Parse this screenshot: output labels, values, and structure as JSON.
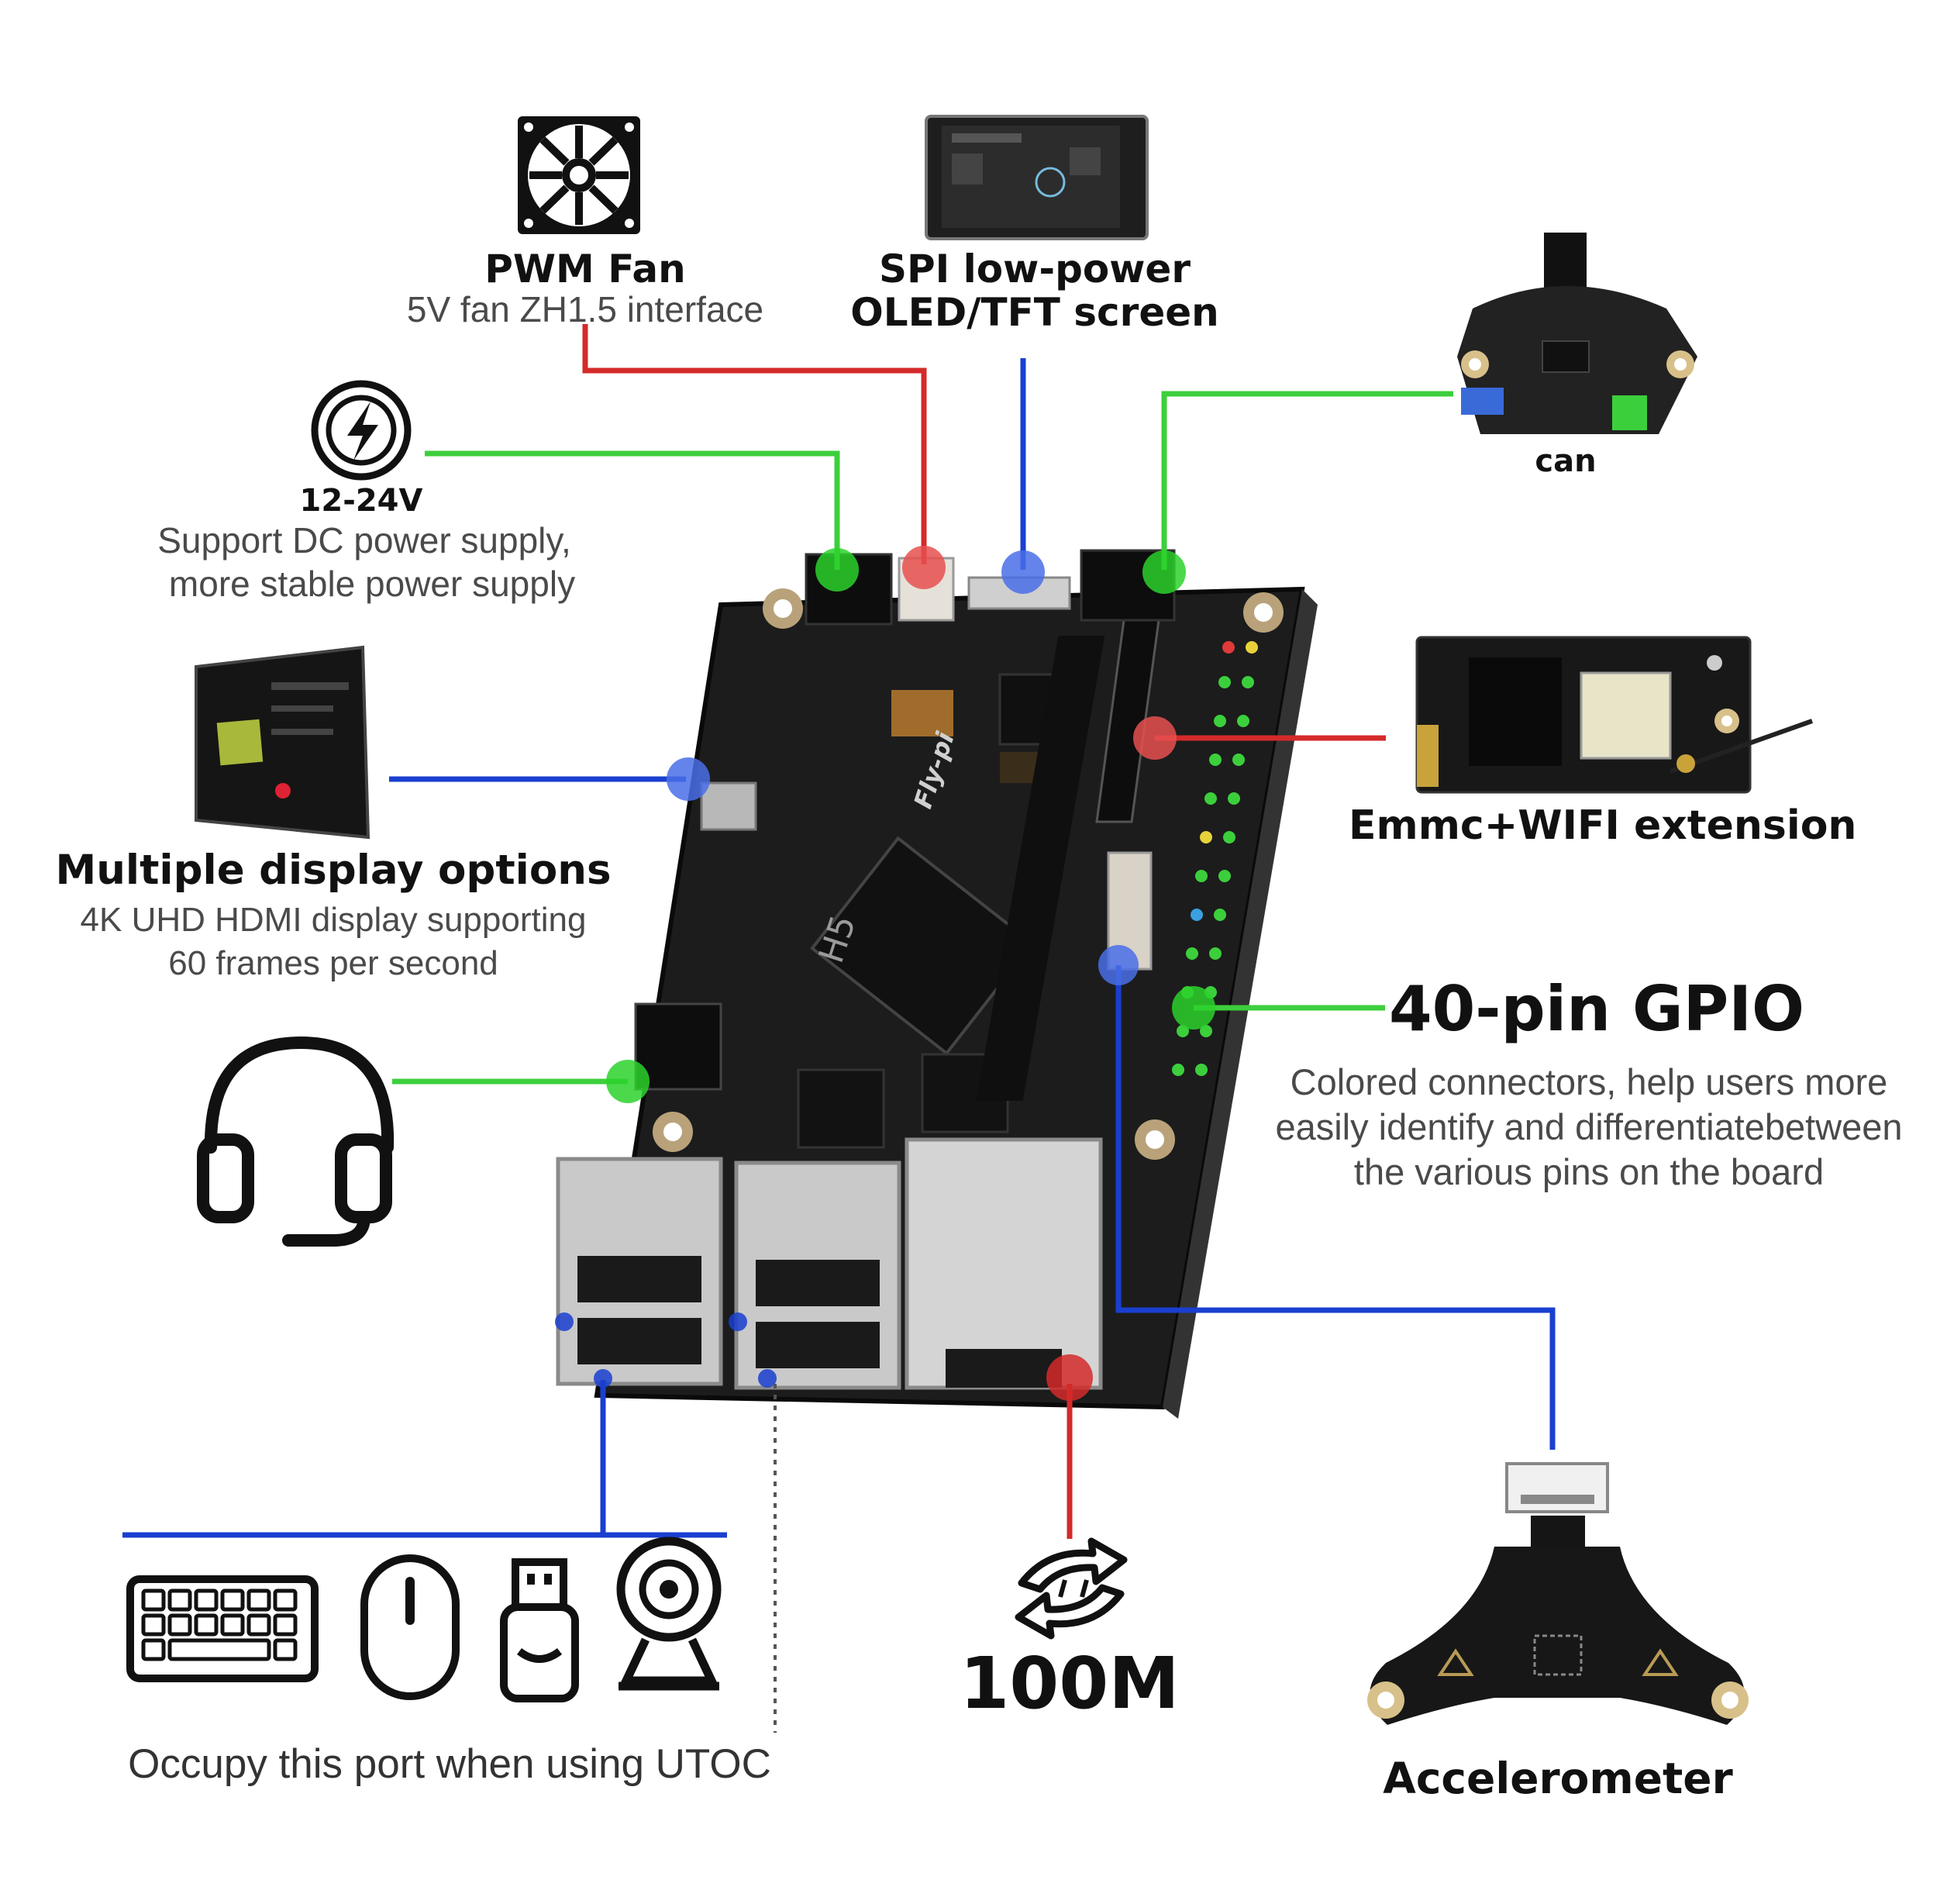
{
  "brand_marking": "Fly-pi",
  "chip_marking": "H5",
  "colors": {
    "red": "#d42a2a",
    "green": "#3ccf3c",
    "blue": "#1a3fd0",
    "board": "#1c1c1c"
  },
  "callouts": {
    "fan": {
      "title": "PWM Fan",
      "desc": "5V fan ZH1.5 interface",
      "icon": "fan-icon"
    },
    "spi": {
      "title_line1": "SPI low-power",
      "title_line2": "OLED/TFT screen",
      "icon": "tft-screen-icon"
    },
    "can": {
      "title": "can",
      "icon": "can-board-icon"
    },
    "power": {
      "title": "12-24V",
      "desc_line1": "Support DC power supply,",
      "desc_line2": "more stable power supply",
      "icon": "power-bolt-icon"
    },
    "display": {
      "title": "Multiple display options",
      "desc_line1": "4K UHD HDMI display supporting",
      "desc_line2": "60 frames per second",
      "icon": "hdmi-display-icon"
    },
    "emmc": {
      "title": "Emmc+WIFI extension",
      "icon": "emmc-wifi-module-icon"
    },
    "gpio": {
      "title": "40-pin GPIO",
      "desc_line1": "Colored connectors, help users more",
      "desc_line2": "easily identify and differentiatebetween",
      "desc_line3": "the various pins on the board"
    },
    "audio": {
      "icon": "headset-icon"
    },
    "usb": {
      "desc": "Occupy this port when using UTOC",
      "icons": [
        "keyboard-icon",
        "mouse-icon",
        "usb-drive-icon",
        "webcam-icon"
      ]
    },
    "ethernet": {
      "title": "100M",
      "icon": "network-arrows-icon"
    },
    "accelerometer": {
      "title": "Accelerometer",
      "icon": "accelerometer-board-icon"
    }
  }
}
